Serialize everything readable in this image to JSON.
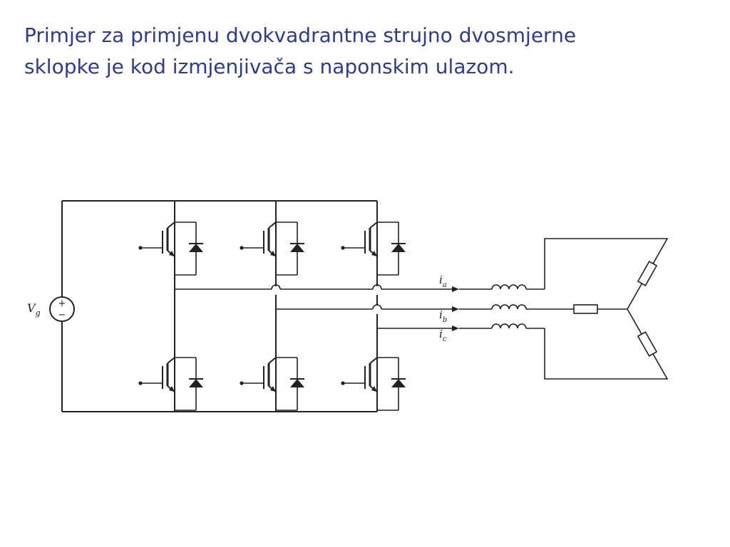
{
  "slide": {
    "title_line1": "Primjer za primjenu dvokvadrantne strujno dvosmjerne",
    "title_line2": "sklopke je kod izmjenjivača s naponskim ulazom.",
    "title_color": "#2b3a9f"
  },
  "diagram": {
    "source": {
      "symbol": "V",
      "subscript": "g",
      "plus": "+",
      "minus": "−"
    },
    "currents": [
      {
        "symbol": "i",
        "subscript": "a"
      },
      {
        "symbol": "i",
        "subscript": "b"
      },
      {
        "symbol": "i",
        "subscript": "c"
      }
    ]
  }
}
